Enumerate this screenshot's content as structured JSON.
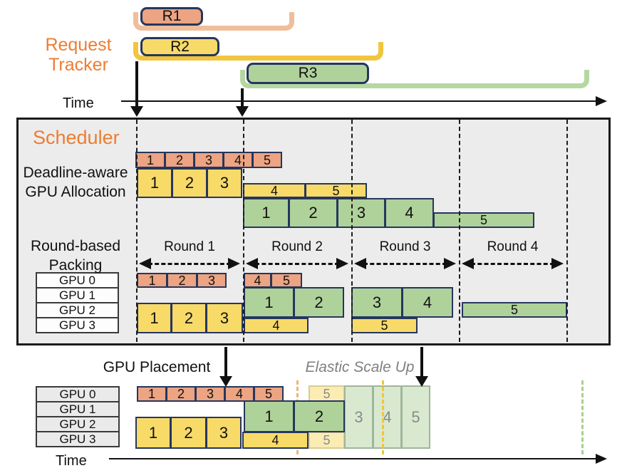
{
  "colors": {
    "accent_orange": "#ED7D31",
    "block_orange": "#ECA482",
    "block_yellow": "#F8DA68",
    "block_green": "#AFD29B",
    "faded_yellow": "#FBECB4",
    "faded_green": "#D8E9D0",
    "navy_border": "#26365E",
    "bracket_orange": "#F0BE9B",
    "bracket_yellow": "#F2C53F",
    "bracket_green": "#B5D8A2",
    "gray_text": "#808080"
  },
  "tracker": {
    "title": [
      "Request",
      "Tracker"
    ],
    "requests": [
      "R1",
      "R2",
      "R3"
    ],
    "time_label": "Time"
  },
  "scheduler": {
    "title": "Scheduler",
    "allocation_label": [
      "Deadline-aware",
      "GPU Allocation"
    ],
    "packing_label": [
      "Round-based",
      "Packing"
    ],
    "rounds": [
      "Round 1",
      "Round 2",
      "Round 3",
      "Round 4"
    ],
    "gpus": [
      "GPU 0",
      "GPU 1",
      "GPU 2",
      "GPU 3"
    ],
    "allocation": {
      "r1_blocks": [
        "1",
        "2",
        "3",
        "4",
        "5"
      ],
      "r2_wide": [
        "1",
        "2",
        "3"
      ],
      "r2_narrow": [
        "4",
        "5"
      ],
      "r3_wide": [
        "1",
        "2",
        "3",
        "4"
      ],
      "r3_narrow": [
        "5"
      ]
    },
    "packing": {
      "gpu0_round1": [
        "1",
        "2",
        "3"
      ],
      "gpu0_round2": [
        "4",
        "5"
      ],
      "gpu12_round2": [
        "1",
        "2"
      ],
      "gpu12_round3": [
        "3",
        "4"
      ],
      "gpu2_round4": [
        "5"
      ],
      "gpu23_round1": [
        "1",
        "2",
        "3"
      ],
      "gpu3_round2": [
        "4"
      ],
      "gpu3_round3": [
        "5"
      ]
    }
  },
  "placement": {
    "label": "GPU Placement",
    "elastic_label": "Elastic Scale Up",
    "gpus": [
      "GPU 0",
      "GPU 1",
      "GPU 2",
      "GPU 3"
    ],
    "gpu0_blocks": [
      "1",
      "2",
      "3",
      "4",
      "5"
    ],
    "gpu0_faded": [
      "5"
    ],
    "gpu12_blocks": [
      "1",
      "2"
    ],
    "gpu23_blocks": [
      "1",
      "2",
      "3"
    ],
    "gpu3_blocks": [
      "4"
    ],
    "gpu3_faded": [
      "5"
    ],
    "elastic_blocks": [
      "3",
      "4",
      "5"
    ],
    "time_label": "Time"
  }
}
